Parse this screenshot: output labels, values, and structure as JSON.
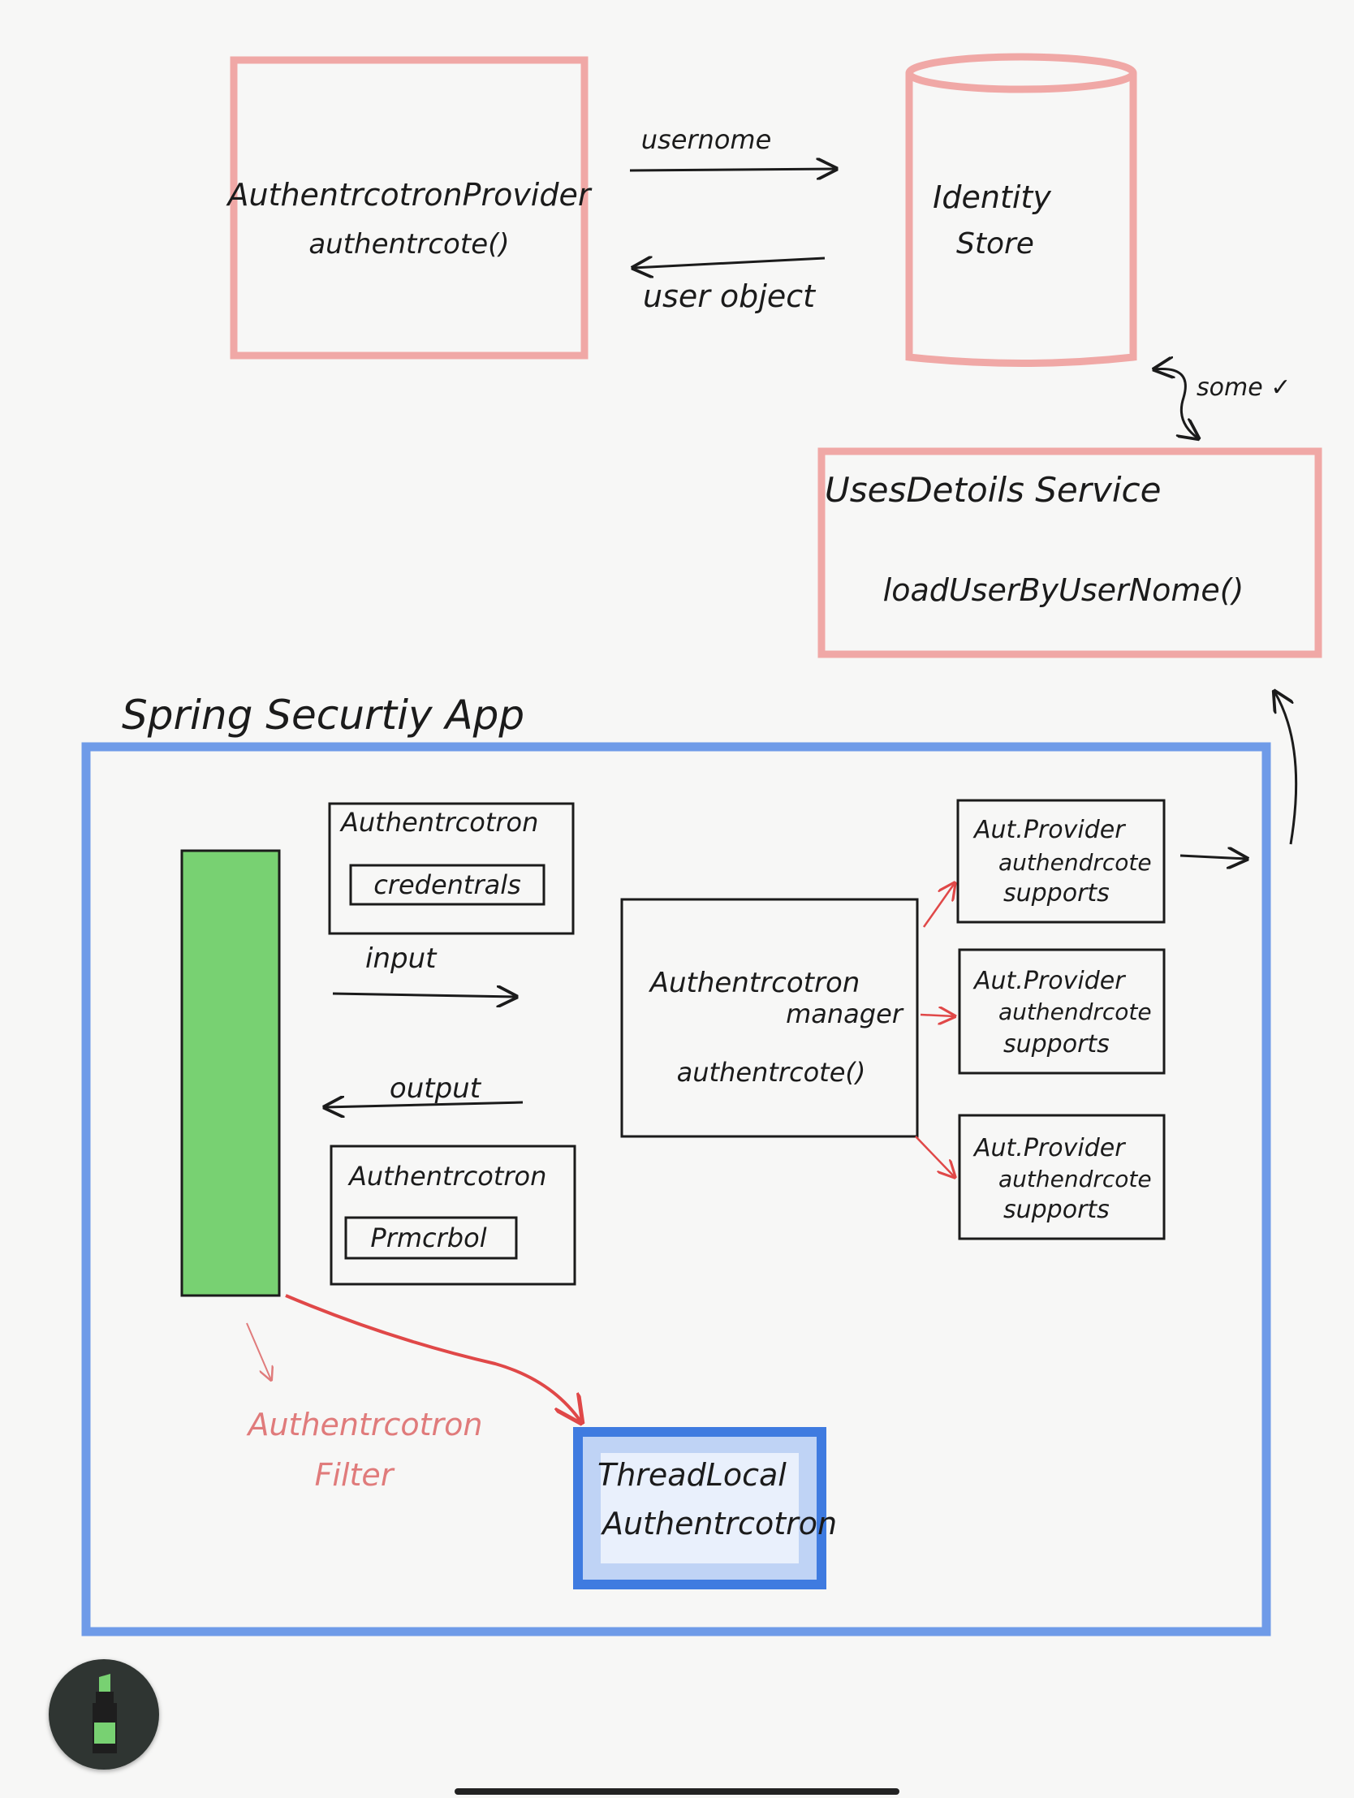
{
  "colors": {
    "red_box": "#f0a8a6",
    "blue_box": "#6f9be8",
    "blue_fill": "#3f7be0",
    "green_fill": "#78d172",
    "red_arrow": "#e04848",
    "ink": "#1b1b1b",
    "red_text": "#e07b7b"
  },
  "provider_box": {
    "line1": "AuthentrcotronProvider",
    "line2": "authentrcote()"
  },
  "identity_store": {
    "line1": "Identity",
    "line2": "Store"
  },
  "arrow_username": "usernome",
  "arrow_user_object": "user object",
  "same_note": "some ✓",
  "user_details_service": {
    "title": "UsesDetoils Service",
    "method": "loadUserByUserNome()"
  },
  "app_title": "Spring Securtiy App",
  "auth_input_box": {
    "title": "Authentrcotron",
    "inner": "credentrals"
  },
  "input_label": "input",
  "output_label": "output",
  "auth_output_box": {
    "title": "Authentrcotron",
    "inner": "Prmcrbol"
  },
  "manager_box": {
    "line1": "Authentrcotron",
    "line2": "manager",
    "line3": "authentrcote()"
  },
  "providers": [
    {
      "line1": "Aut.Provider",
      "line2": "authendrcote",
      "line3": "supports"
    },
    {
      "line1": "Aut.Provider",
      "line2": "authendrcote",
      "line3": "supports"
    },
    {
      "line1": "Aut.Provider",
      "line2": "authendrcote",
      "line3": "supports"
    }
  ],
  "filter_label": {
    "line1": "Authentrcotron",
    "line2": "Filter"
  },
  "threadlocal_box": {
    "line1": "ThreadLocal",
    "line2": "Authentrcotron"
  },
  "tool_icon": "marker-icon"
}
